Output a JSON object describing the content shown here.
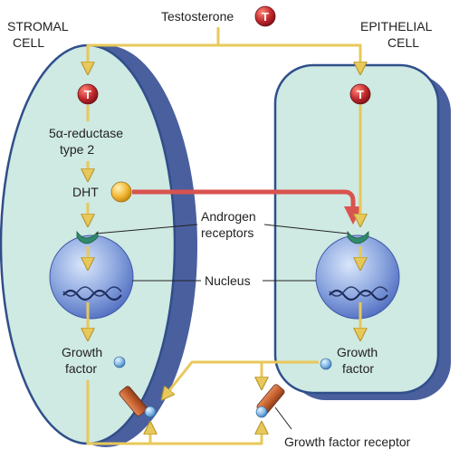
{
  "labels": {
    "testosterone": "Testosterone",
    "stromal_cell_line1": "STROMAL",
    "stromal_cell_line2": "CELL",
    "epithelial_cell_line1": "EPITHELIAL",
    "epithelial_cell_line2": "CELL",
    "reductase_line1": "5α-reductase",
    "reductase_line2": "type 2",
    "dht": "DHT",
    "androgen_receptors_line1": "Androgen",
    "androgen_receptors_line2": "receptors",
    "nucleus": "Nucleus",
    "growth_factor_stromal_line1": "Growth",
    "growth_factor_stromal_line2": "factor",
    "growth_factor_epithelial_line1": "Growth",
    "growth_factor_epithelial_line2": "factor",
    "growth_factor_receptor": "Growth factor receptor",
    "t_badge": "T"
  },
  "colors": {
    "cell_fill": "#cfe9e3",
    "cell_edge": "#3a5fa0",
    "cell_shadow": "#4a5f9e",
    "arrow": "#e8c85a",
    "dht_arrow": "#d9534f",
    "t_badge": "#c0282d",
    "receptor_stub": "#b5552f",
    "nucleus": "#8faee0",
    "growth_factor": "#7fb8e6"
  }
}
